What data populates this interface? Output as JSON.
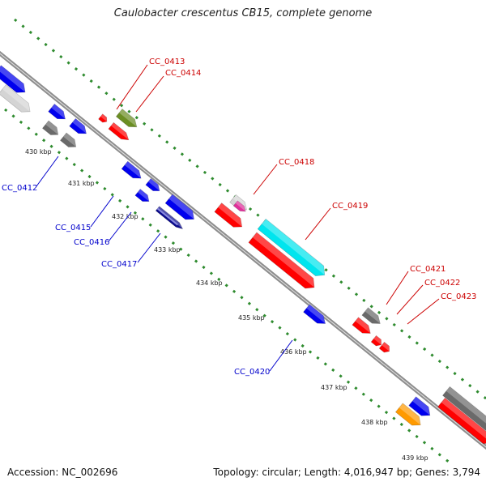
{
  "title": "Caulobacter crescentus CB15, complete genome",
  "footer": {
    "accession": "Accession: NC_002696",
    "summary": "Topology: circular; Length: 4,016,947 bp; Genes: 3,794"
  },
  "colors": {
    "backbone": "#8c8c8c",
    "tick_dots": "#2e8b2e",
    "label_red": "#cc0000",
    "label_blue": "#0000cc",
    "red": "#ff0000",
    "blue": "#0000ee",
    "cyan": "#00e5ee",
    "gray": "#6a6a6a",
    "light_gray": "#d4d4d4",
    "olive": "#6b8e23",
    "magenta": "#e0309a",
    "navy_striped": "#0a0a8c",
    "orange": "#ff9a00"
  },
  "ticks": [
    "430 kbp",
    "431 kbp",
    "432 kbp",
    "433 kbp",
    "434 kbp",
    "435 kbp",
    "436 kbp",
    "437 kbp",
    "438 kbp",
    "439 kbp"
  ],
  "gene_labels": [
    {
      "id": "CC_0412",
      "color": "blue"
    },
    {
      "id": "CC_0413",
      "color": "red"
    },
    {
      "id": "CC_0414",
      "color": "red"
    },
    {
      "id": "CC_0415",
      "color": "blue"
    },
    {
      "id": "CC_0416",
      "color": "blue"
    },
    {
      "id": "CC_0417",
      "color": "blue"
    },
    {
      "id": "CC_0418",
      "color": "red"
    },
    {
      "id": "CC_0419",
      "color": "red"
    },
    {
      "id": "CC_0420",
      "color": "blue"
    },
    {
      "id": "CC_0421",
      "color": "red"
    },
    {
      "id": "CC_0422",
      "color": "red"
    },
    {
      "id": "CC_0423",
      "color": "red"
    }
  ]
}
